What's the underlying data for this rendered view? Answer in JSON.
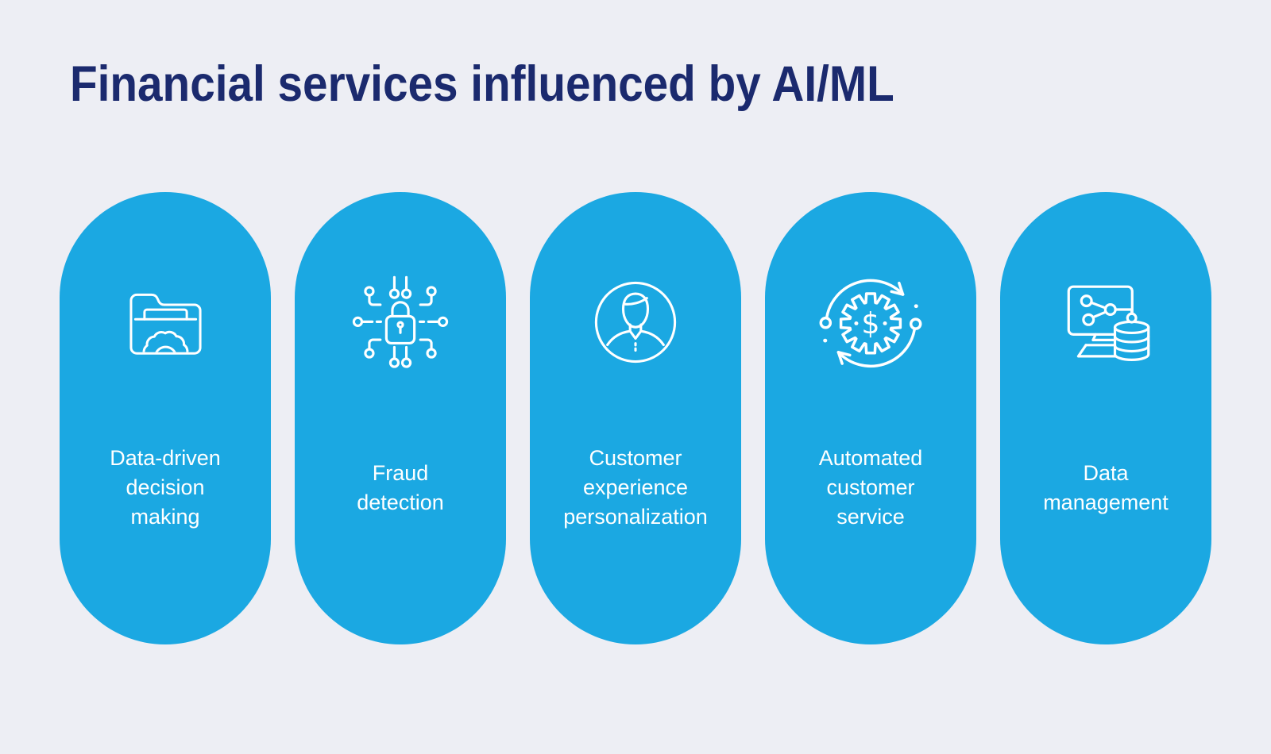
{
  "colors": {
    "bg": "#EDEEF4",
    "card": "#1BA8E2",
    "title": "#1B2A6E",
    "text": "#FFFFFF",
    "icon": "#FFFFFF"
  },
  "title": {
    "text": "Financial services influenced by AI/ML"
  },
  "cards": [
    {
      "label": "Data-driven decision making",
      "icon": "folder-gear-icon",
      "lines": [
        "Data-driven",
        "decision",
        "making"
      ]
    },
    {
      "label": "Fraud detection",
      "icon": "padlock-circuit-icon",
      "lines": [
        "Fraud",
        "detection"
      ]
    },
    {
      "label": "Customer experience personalization",
      "icon": "person-avatar-icon",
      "lines": [
        "Customer",
        "experience",
        "personalization"
      ]
    },
    {
      "label": "Automated customer service",
      "icon": "gear-dollar-sync-icon",
      "lines": [
        "Automated",
        "customer",
        "service"
      ]
    },
    {
      "label": "Data management",
      "icon": "computer-database-icon",
      "lines": [
        "Data",
        "management"
      ]
    }
  ]
}
